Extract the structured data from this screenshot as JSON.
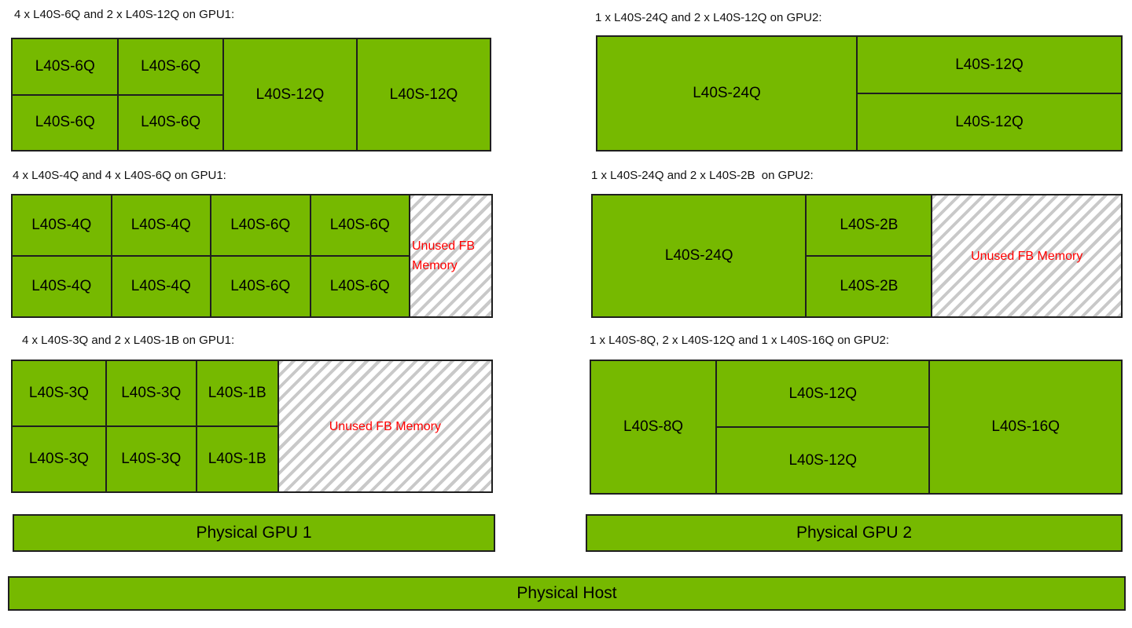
{
  "colors": {
    "vgpu_green": "#76b900",
    "border": "#1f1f1f",
    "unused_text": "#ff0000",
    "hatch_stripe": "#c9c9c9"
  },
  "gpu1": {
    "bar": "Physical GPU 1",
    "sections": [
      {
        "title": "4 x L40S-6Q and 2 x L40S-12Q on GPU1:",
        "cells": [
          "L40S-6Q",
          "L40S-6Q",
          "L40S-6Q",
          "L40S-6Q",
          "L40S-12Q",
          "L40S-12Q"
        ]
      },
      {
        "title": "4 x L40S-4Q and 4 x L40S-6Q on GPU1:",
        "cells": [
          "L40S-4Q",
          "L40S-4Q",
          "L40S-4Q",
          "L40S-4Q",
          "L40S-6Q",
          "L40S-6Q",
          "L40S-6Q",
          "L40S-6Q"
        ],
        "unused": "Unused FB Memory"
      },
      {
        "title": "4 x L40S-3Q and 2 x L40S-1B on GPU1:",
        "cells": [
          "L40S-3Q",
          "L40S-3Q",
          "L40S-3Q",
          "L40S-3Q",
          "L40S-1B",
          "L40S-1B"
        ],
        "unused": "Unused FB Memory"
      }
    ]
  },
  "gpu2": {
    "bar": "Physical GPU 2",
    "sections": [
      {
        "title": "1 x L40S-24Q and 2 x L40S-12Q on GPU2:",
        "cells": [
          "L40S-24Q",
          "L40S-12Q",
          "L40S-12Q"
        ]
      },
      {
        "title": "1 x L40S-24Q and 2 x L40S-2B  on GPU2:",
        "cells": [
          "L40S-24Q",
          "L40S-2B",
          "L40S-2B"
        ],
        "unused": "Unused FB Memory"
      },
      {
        "title": "1 x L40S-8Q, 2 x L40S-12Q and 1 x L40S-16Q on GPU2:",
        "cells": [
          "L40S-8Q",
          "L40S-12Q",
          "L40S-12Q",
          "L40S-16Q"
        ]
      }
    ]
  },
  "host": {
    "label": "Physical Host"
  }
}
